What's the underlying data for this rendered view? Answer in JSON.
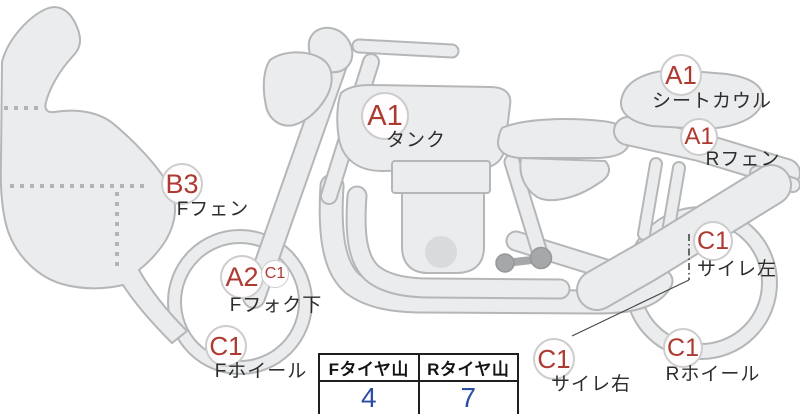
{
  "diagram": {
    "title_hint": "motorcycle-condition-diagram",
    "annotations": [
      {
        "part": "tank",
        "grade": "A1",
        "label": "タンク"
      },
      {
        "part": "seat-cowl",
        "grade": "A1",
        "label": "シートカウル"
      },
      {
        "part": "rear-fender",
        "grade": "A1",
        "label": "Rフェン"
      },
      {
        "part": "front-fender",
        "grade": "B3",
        "label": "Fフェン"
      },
      {
        "part": "front-fork-lower",
        "grade": "A2",
        "sub_grade": "C1",
        "label": "Fフォク下"
      },
      {
        "part": "front-wheel",
        "grade": "C1",
        "label": "Fホイール"
      },
      {
        "part": "silencer-left",
        "grade": "C1",
        "label": "サイレ左"
      },
      {
        "part": "silencer-right",
        "grade": "C1",
        "label": "サイレ右"
      },
      {
        "part": "rear-wheel",
        "grade": "C1",
        "label": "Rホイール"
      }
    ],
    "colors": {
      "grade_text": "#ad3a31",
      "part_fill": "#ebeced",
      "part_outline": "#b4b6b8",
      "label_text": "#2d2d2d",
      "tire_value_text": "#2b4da3"
    }
  },
  "tire_table": {
    "front": {
      "header": "Fタイヤ山",
      "value": "4"
    },
    "rear": {
      "header": "Rタイヤ山",
      "value": "7"
    }
  }
}
